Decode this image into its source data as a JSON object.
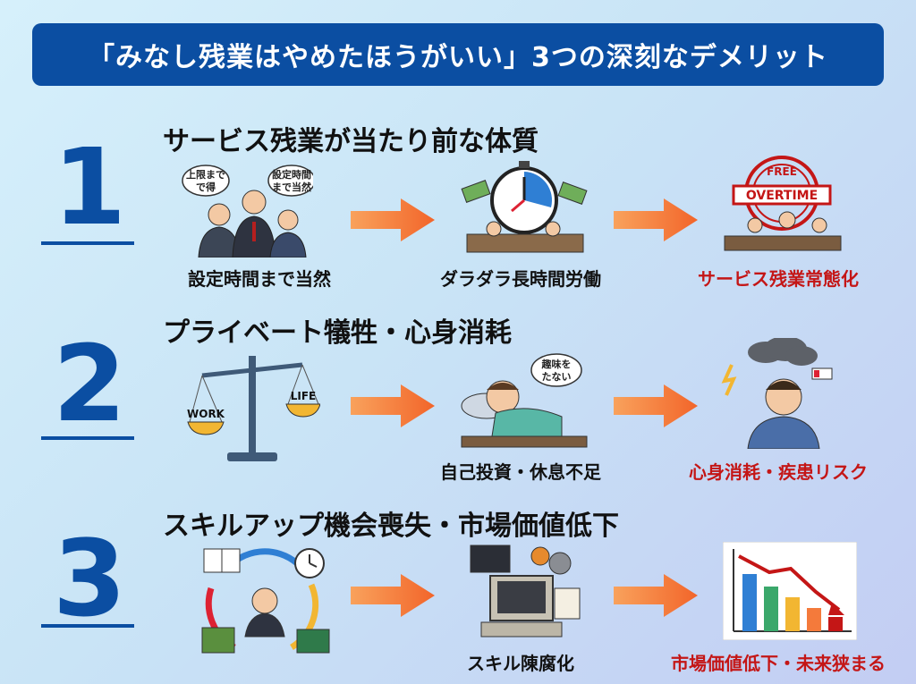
{
  "title": "「みなし残業はやめたほうがいい」3つの深刻なデメリット",
  "colors": {
    "accent": "#0b4ea2",
    "warning": "#c41616",
    "arrow": "#f47a3b"
  },
  "sections": [
    {
      "number": "1",
      "title": "サービス残業が当たり前な体質",
      "steps": [
        {
          "icon": "meeting-people-icon",
          "caption": "設定時間まで当然",
          "bubbles": [
            "上限まで",
            "で得",
            "設定時間",
            "まで当然"
          ]
        },
        {
          "icon": "stopwatch-overwork-icon",
          "caption": "ダラダラ長時間労働"
        },
        {
          "icon": "overtime-stamp-icon",
          "caption": "サービス残業常態化",
          "stamp_top": "FREE",
          "stamp_mid": "OVERTIME"
        }
      ]
    },
    {
      "number": "2",
      "title": "プライベート犠牲・心身消耗",
      "steps": [
        {
          "icon": "balance-scale-icon",
          "caption": "",
          "left_pan": "WORK",
          "right_pan": "LIFE"
        },
        {
          "icon": "sleeping-person-icon",
          "caption": "自己投資・休息不足",
          "bubble": [
            "趣味を",
            "たない"
          ]
        },
        {
          "icon": "stressed-person-icon",
          "caption": "心身消耗・疾患リスク"
        }
      ]
    },
    {
      "number": "3",
      "title": "スキルアップ機会喪失・市場価値低下",
      "steps": [
        {
          "icon": "overwhelmed-cycle-icon",
          "caption": ""
        },
        {
          "icon": "old-computer-icon",
          "caption": "スキル陳腐化"
        },
        {
          "icon": "declining-chart-icon",
          "caption": "市場価値低下・未来狭まる"
        }
      ]
    }
  ]
}
